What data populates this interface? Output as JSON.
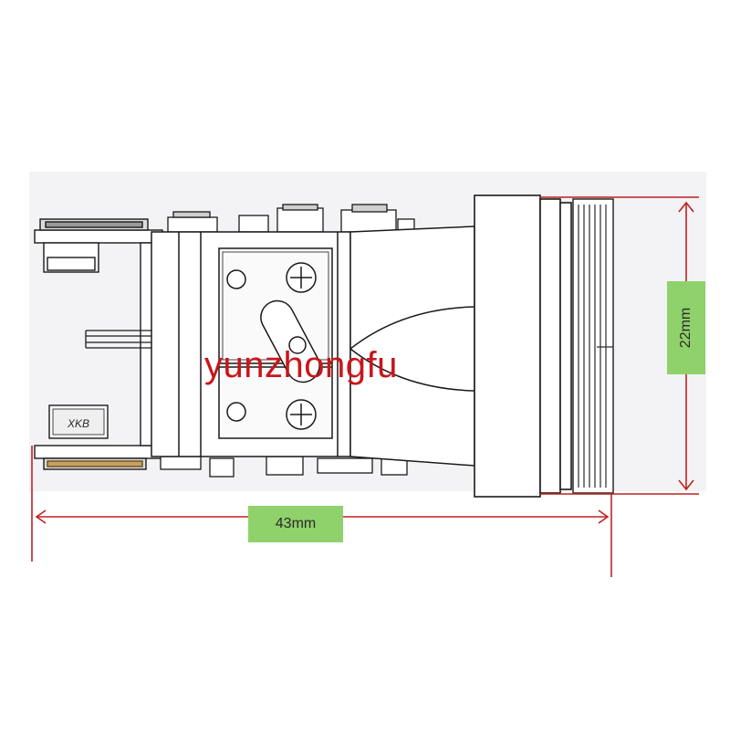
{
  "dimensions": {
    "width_label": "43mm",
    "height_label": "22mm"
  },
  "component": {
    "silkscreen_text": "XKB"
  },
  "watermark": {
    "text": "yunzhongfu"
  },
  "colors": {
    "dimension_line": "#c02020",
    "label_fill": "#8fd16a",
    "watermark": "#c9151b",
    "drawing_line": "#1a1a1a",
    "panel_bg": "#f3f3f5"
  }
}
